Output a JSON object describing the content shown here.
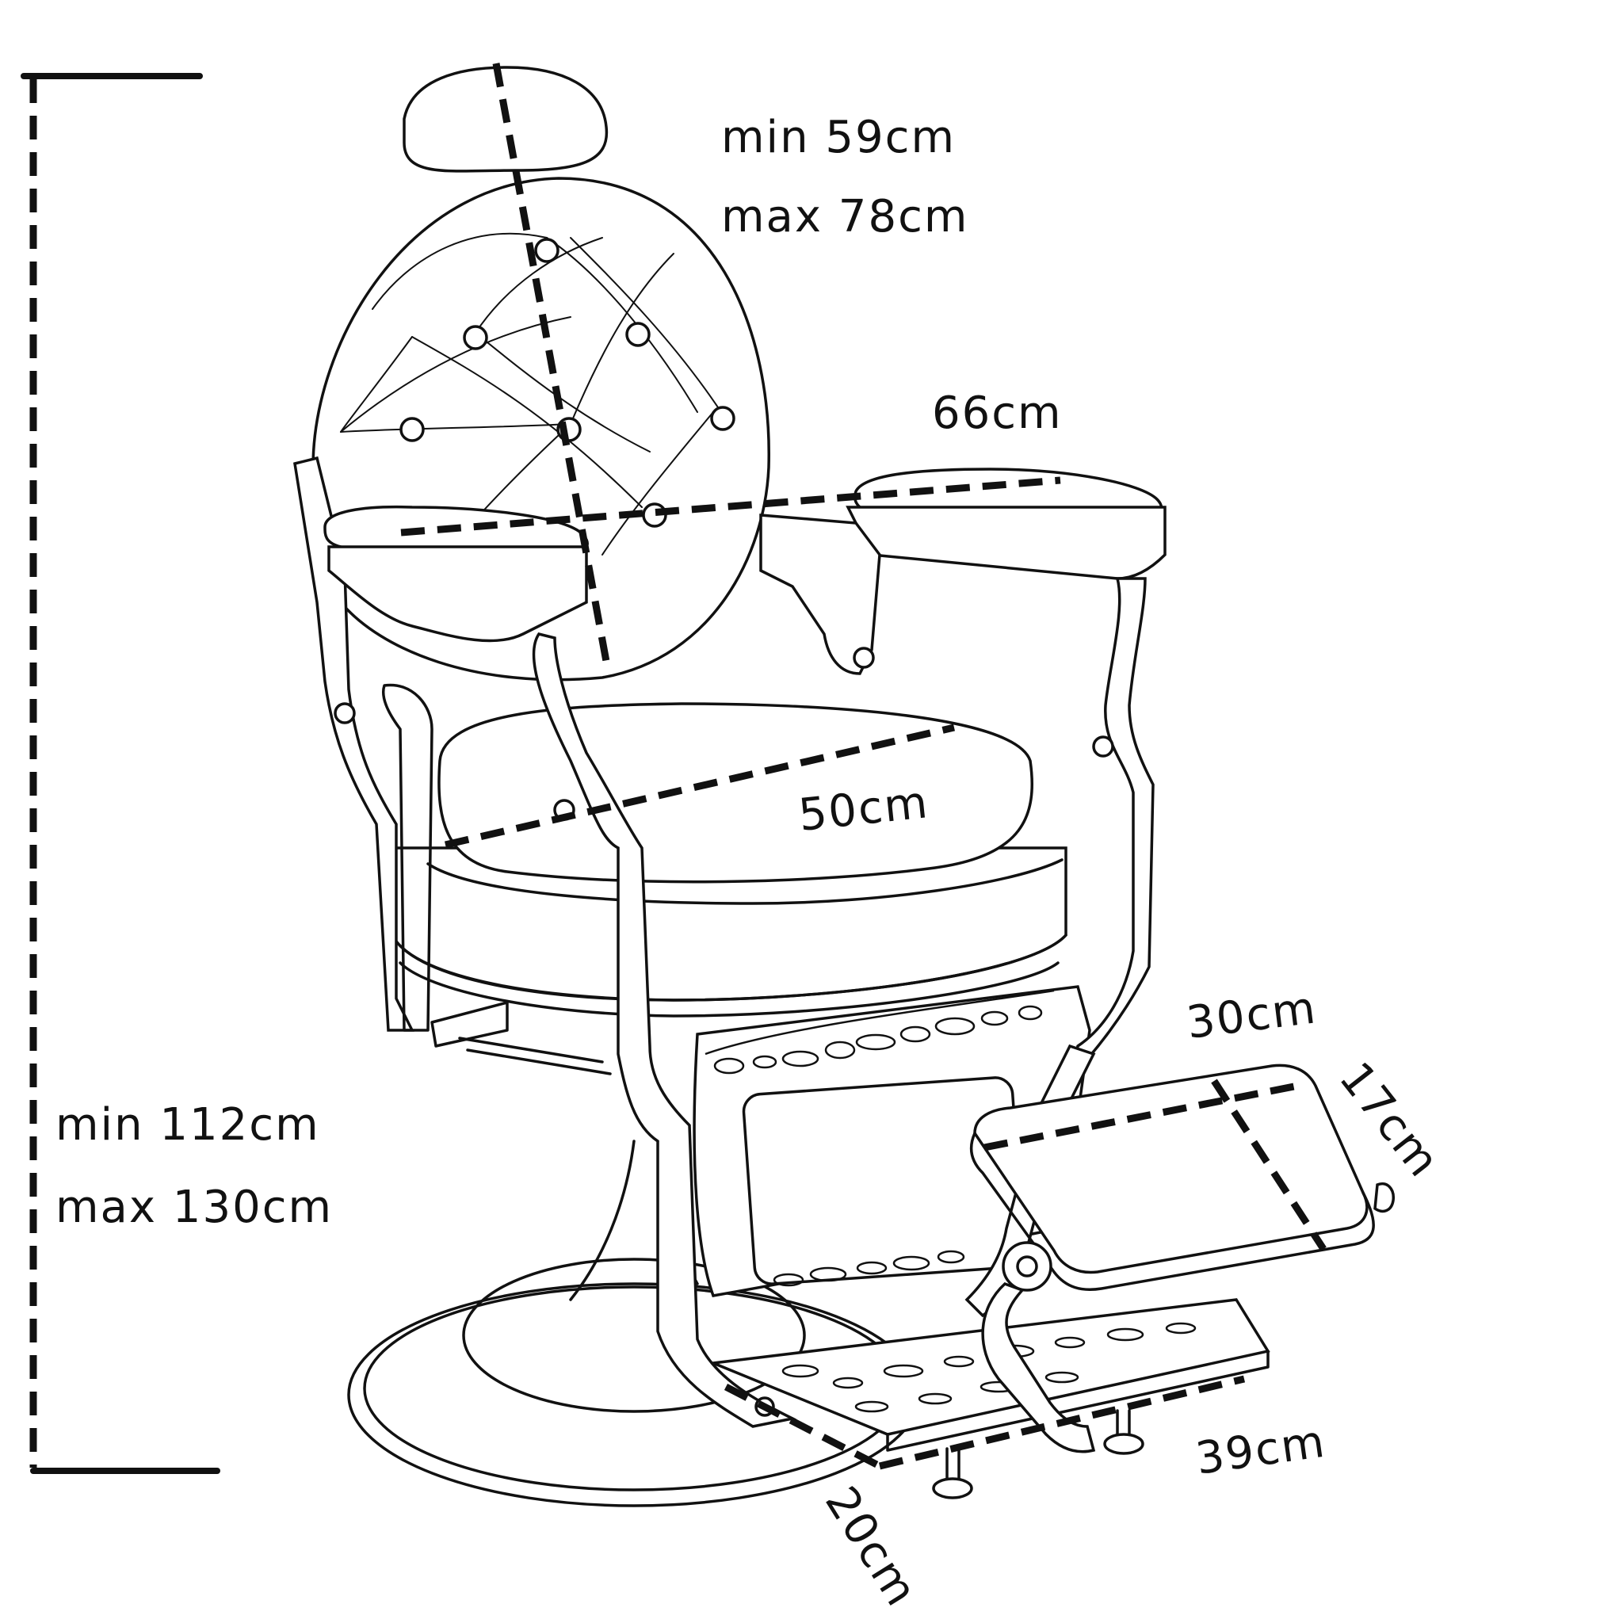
{
  "diagram": {
    "subject": "barber-chair",
    "dimensions": {
      "backrest_min": "min  59cm",
      "backrest_max": "max  78cm",
      "arm_width": "66cm",
      "seat_width": "50cm",
      "footrest_width": "30cm",
      "footrest_depth": "17cm",
      "base_width": "39cm",
      "base_depth": "20cm",
      "height_min": "min  112cm",
      "height_max": "max  130cm"
    }
  }
}
